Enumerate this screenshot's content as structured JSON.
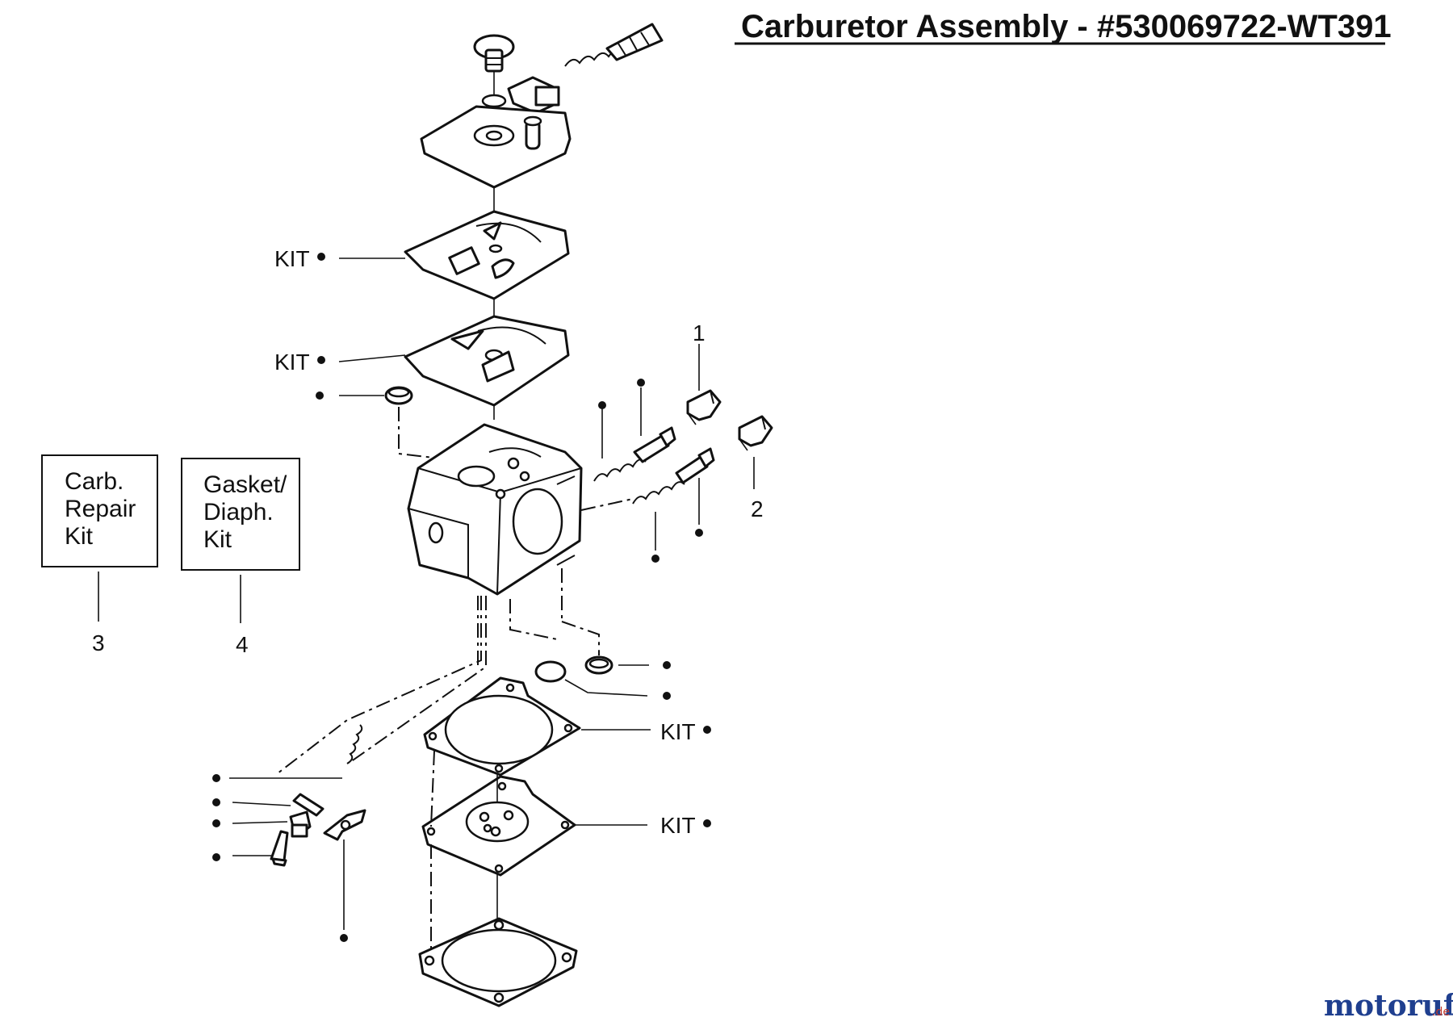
{
  "title": "Carburetor Assembly - #530069722-WT391",
  "labels": {
    "kit": "KIT",
    "ref_1": "1",
    "ref_2": "2",
    "ref_3": "3",
    "ref_4": "4"
  },
  "boxes": {
    "carb_repair_kit": [
      "Carb.",
      "Repair",
      "Kit"
    ],
    "gasket_diaph_kit": [
      "Gasket/",
      "Diaph.",
      "Kit"
    ]
  },
  "watermark": {
    "name": "motoruf",
    "suffix": ".de",
    "colors": {
      "primary": "#1f3f8f",
      "accent": "#c0392b"
    }
  }
}
